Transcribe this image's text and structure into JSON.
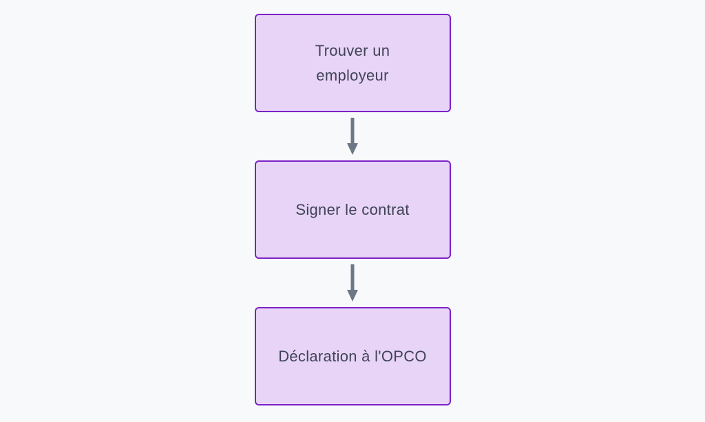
{
  "diagram": {
    "type": "flowchart",
    "direction": "top-down",
    "nodes": [
      {
        "id": "1",
        "label": "Trouver un employeur"
      },
      {
        "id": "2",
        "label": "Signer le contrat"
      },
      {
        "id": "3",
        "label": "Déclaration à l'OPCO"
      }
    ],
    "edges": [
      {
        "from": "1",
        "to": "2"
      },
      {
        "from": "2",
        "to": "3"
      }
    ]
  },
  "colors": {
    "background": "#f8f9fb",
    "node_fill": "#e7d4f6",
    "node_border": "#7c22c8",
    "node_text": "#404357",
    "arrow": "#6d7886"
  }
}
